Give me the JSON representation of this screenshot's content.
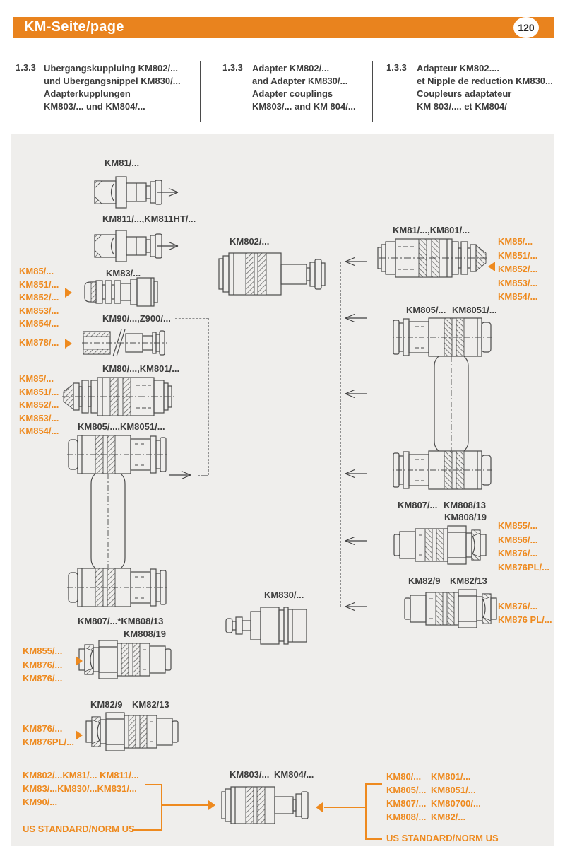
{
  "header": {
    "title": "KM-Seite/page",
    "page_number": "120"
  },
  "sections": [
    {
      "number": "1.3.3",
      "lines": [
        "Ubergangskuppluing KM802/...",
        "und Ubergangsnippel KM830/...",
        "Adapterkupplungen",
        "KM803/... und KM804/..."
      ]
    },
    {
      "number": "1.3.3",
      "lines": [
        "Adapter KM802/...",
        "and Adapter KM830/...",
        "Adapter couplings",
        "KM803/... and KM 804/..."
      ]
    },
    {
      "number": "1.3.3",
      "lines": [
        "Adapteur KM802....",
        "et Nipple de reduction KM830...",
        "Coupleurs adaptateur",
        "KM 803/.... et KM804/"
      ]
    }
  ],
  "colors": {
    "accent": "#EE8A1F",
    "header_bar": "#E9831E",
    "canvas": "#EFEEEC",
    "line": "#4A4A4A"
  },
  "diagram": {
    "km81": "KM81/...",
    "km811": "KM811/...,KM811HT/...",
    "km83": "KM83/...",
    "km90": "KM90/...,Z900/...",
    "km80": "KM80/...,KM801/...",
    "km805_left": "KM805/...,KM8051/...",
    "km807_left_a": "KM807/...*KM808/13",
    "km807_left_b": "KM808/19",
    "km82_left_a": "KM82/9",
    "km82_left_b": "KM82/13",
    "km802": "KM802/...",
    "km830": "KM830/...",
    "km803": "KM803/...",
    "km804": "KM804/...",
    "km81_right": "KM81/...,KM801/...",
    "km805_right_a": "KM805/...",
    "km805_right_b": "KM8051/...",
    "km807_right_a": "KM807/...",
    "km807_right_b": "KM808/13",
    "km807_right_c": "KM808/19",
    "km82_right_a": "KM82/9",
    "km82_right_b": "KM82/13",
    "left_list1": [
      "KM85/...",
      "KM851/...",
      "KM852/...",
      "KM853/...",
      "KM854/..."
    ],
    "km878": "KM878/...",
    "left_list2": [
      "KM85/...",
      "KM851/...",
      "KM852/...",
      "KM853/...",
      "KM854/..."
    ],
    "left_list3": [
      "KM855/...",
      "KM876/...",
      "KM876/..."
    ],
    "left_list4": [
      "KM876/...",
      "KM876PL/..."
    ],
    "right_list1": [
      "KM85/...",
      "KM851/...",
      "KM852/...",
      "KM853/...",
      "KM854/..."
    ],
    "right_list2": [
      "KM855/...",
      "KM856/...",
      "KM876/...",
      "KM876PL/..."
    ],
    "right_list3": [
      "KM876/...",
      "KM876 PL/..."
    ],
    "bottom_left": {
      "line1": "KM802/...KM81/... KM811/...",
      "line2": "KM83/...KM830/...KM831/...",
      "line3": "KM90/...",
      "standard": "US STANDARD/NORM US"
    },
    "bottom_right": {
      "r1c1": "KM80/...",
      "r1c2": "KM801/...",
      "r2c1": "KM805/...",
      "r2c2": "KM8051/...",
      "r3c1": "KM807/...",
      "r3c2": "KM80700/...",
      "r4c1": "KM808/...",
      "r4c2": "KM82/...",
      "standard": "US STANDARD/NORM US"
    }
  }
}
